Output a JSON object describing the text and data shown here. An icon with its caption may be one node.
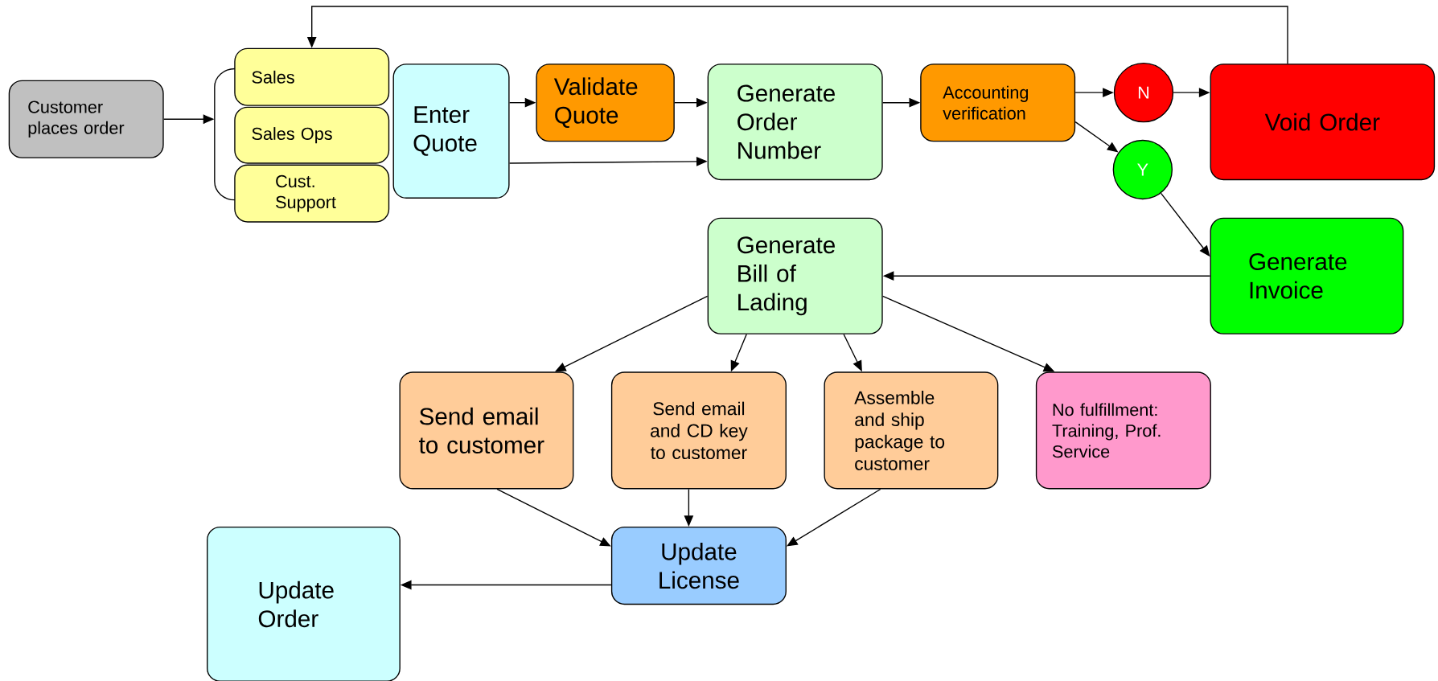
{
  "diagram": {
    "nodes": [
      {
        "text": [
          "Customer places order"
        ]
      },
      {
        "text": [
          "Sales"
        ]
      },
      {
        "text": [
          "Sales Ops"
        ]
      },
      {
        "text": [
          "Cust. Support"
        ]
      },
      {
        "text": [
          "Enter Quote"
        ]
      },
      {
        "text": [
          "Validate Quote"
        ]
      },
      {
        "text": [
          "Generate Order Number"
        ]
      },
      {
        "text": [
          "Accounting verification"
        ]
      },
      {
        "text": [
          "N"
        ]
      },
      {
        "text": [
          "Y"
        ]
      },
      {
        "text": [
          "Void Order"
        ]
      },
      {
        "text": [
          "Generate Bill of Lading"
        ]
      },
      {
        "text": [
          "Generate Invoice"
        ]
      },
      {
        "text": [
          "Send email to customer"
        ]
      },
      {
        "text": [
          "Send email and CD key to customer"
        ]
      },
      {
        "text": [
          "Assemble and ship package to customer"
        ]
      },
      {
        "text": [
          "No fulfillment: Training, Prof. Service"
        ]
      },
      {
        "text": [
          "Update License"
        ]
      },
      {
        "text": [
          "Update Order"
        ]
      },
      {
        "text": [],
        "shape": "bracket"
      }
    ],
    "edges": [
      {
        "from": 0,
        "to": 19,
        "arrow": "to"
      },
      {
        "from": 4,
        "to": 5,
        "arrow": "to"
      },
      {
        "from": 4,
        "to": 6,
        "arrow": "to"
      },
      {
        "from": 5,
        "to": 6,
        "arrow": "to"
      },
      {
        "from": 6,
        "to": 7,
        "arrow": "to"
      },
      {
        "from": 7,
        "to": 8,
        "arrow": "to"
      },
      {
        "from": 7,
        "to": 9,
        "arrow": "to"
      },
      {
        "from": 8,
        "to": 10,
        "arrow": "to"
      },
      {
        "from": 10,
        "to": 1,
        "arrow": "to"
      },
      {
        "from": 9,
        "to": 12,
        "arrow": "to"
      },
      {
        "from": 12,
        "to": 11,
        "arrow": "to"
      },
      {
        "from": 11,
        "to": 13,
        "arrow": "to"
      },
      {
        "from": 11,
        "to": 14,
        "arrow": "to"
      },
      {
        "from": 11,
        "to": 15,
        "arrow": "to"
      },
      {
        "from": 11,
        "to": 16,
        "arrow": "to"
      },
      {
        "from": 13,
        "to": 17,
        "arrow": "to"
      },
      {
        "from": 14,
        "to": 17,
        "arrow": "to"
      },
      {
        "from": 15,
        "to": 17,
        "arrow": "to"
      },
      {
        "from": 17,
        "to": 18,
        "arrow": "to"
      }
    ]
  }
}
